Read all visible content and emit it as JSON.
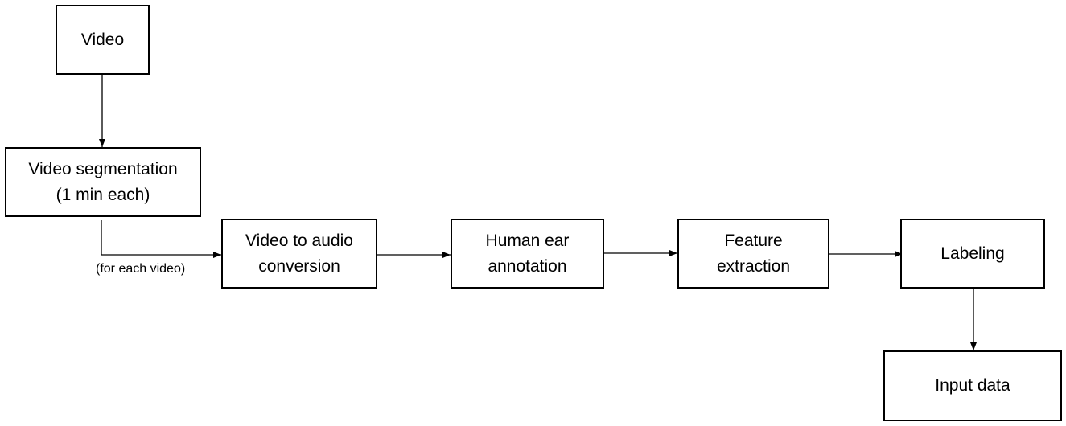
{
  "diagram": {
    "nodes": {
      "video": {
        "lines": [
          "Video"
        ]
      },
      "segmentation": {
        "lines": [
          "Video segmentation",
          "(1 min each)"
        ]
      },
      "conversion": {
        "lines": [
          "Video to audio",
          "conversion"
        ]
      },
      "annotation": {
        "lines": [
          "Human ear",
          "annotation"
        ]
      },
      "extraction": {
        "lines": [
          "Feature",
          "extraction"
        ]
      },
      "labeling": {
        "lines": [
          "Labeling"
        ]
      },
      "input_data": {
        "lines": [
          "Input data"
        ]
      }
    },
    "edges": [
      {
        "from": "video",
        "to": "segmentation"
      },
      {
        "from": "segmentation",
        "to": "conversion",
        "label": "(for each video)"
      },
      {
        "from": "conversion",
        "to": "annotation"
      },
      {
        "from": "annotation",
        "to": "extraction"
      },
      {
        "from": "extraction",
        "to": "labeling"
      },
      {
        "from": "labeling",
        "to": "input_data"
      }
    ],
    "colors": {
      "stroke": "#000000",
      "fill": "#ffffff",
      "text": "#000000"
    }
  }
}
